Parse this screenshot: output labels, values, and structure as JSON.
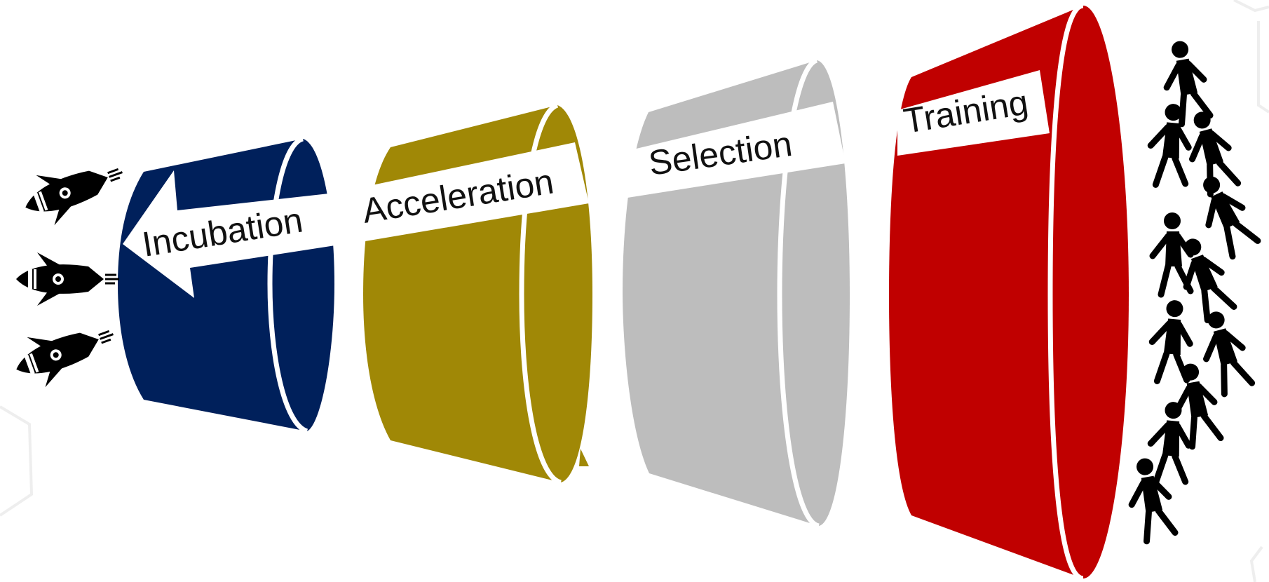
{
  "stages": [
    {
      "label": "Incubation",
      "color": "#00205b"
    },
    {
      "label": "Acceleration",
      "color": "#a08806"
    },
    {
      "label": "Selection",
      "color": "#bdbdbd"
    },
    {
      "label": "Training",
      "color": "#c00000"
    }
  ],
  "icons": {
    "inputs": "rocket-icon",
    "outputs": "person-icon"
  },
  "counts": {
    "rockets": 3
  }
}
